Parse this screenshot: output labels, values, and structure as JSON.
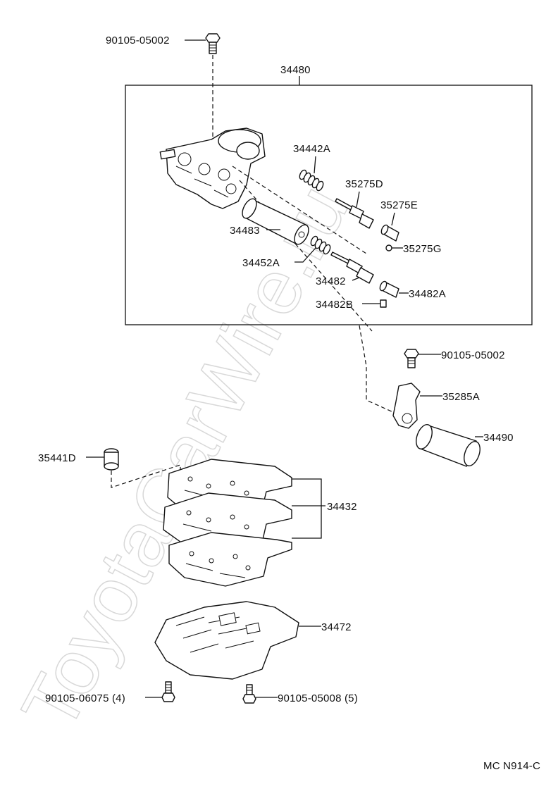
{
  "watermark": "ToyotaCarWire.ru",
  "diagram_code": "MC N914-C",
  "labels": {
    "bolt_top": "90105-05002",
    "valve_body_assy": "34480",
    "spring_upper": "34442A",
    "valve_upper": "35275D",
    "plug_upper": "35275E",
    "clip_upper": "35275G",
    "sleeve": "34483",
    "spring_lower": "34452A",
    "valve_lower": "34482",
    "plug_lower": "34482A",
    "clip_lower": "34482B",
    "bolt_right": "90105-05002",
    "bracket": "35285A",
    "solenoid": "34490",
    "ball": "35441D",
    "gasket_plates": "34432",
    "lower_body": "34472",
    "bolt_bottom_left": "90105-06075 (4)",
    "bolt_bottom_right": "90105-05008 (5)"
  }
}
